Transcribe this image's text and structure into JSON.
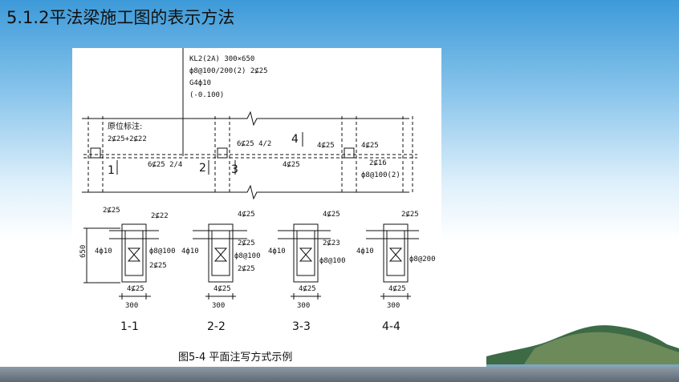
{
  "title": "5.1.2平法梁施工图的表示方法",
  "figure": {
    "caption": "图5-4 平面注写方式示例",
    "plan": {
      "centralized": {
        "line1": "KL2(2A)  300×650",
        "line2": "ф8@100/200(2)  2⊈25",
        "line3": "G4ф10",
        "line4": "(-0.100)"
      },
      "in_situ_title": "原位标注:",
      "in_situ_value": "2⊈25+2⊈22",
      "bottom_left": "6⊈25  2/4",
      "top_mid": "6⊈25  4/2",
      "bottom_mid": "4⊈25",
      "top_right_a": "4⊈25",
      "top_right_b": "4⊈25",
      "right_note1": "2⊈16",
      "right_note2": "ф8@100(2)",
      "cut_marks": [
        "1",
        "2",
        "3",
        "4"
      ]
    },
    "sections": [
      {
        "name": "1-1",
        "top_note": "2⊈25",
        "top_note2": "2⊈22",
        "waist": "4ф10",
        "stirrup": "ф8@100",
        "side_note": "2⊈25",
        "bottom_note": "4⊈25",
        "width": "300"
      },
      {
        "name": "2-2",
        "top_note": "4⊈25",
        "side_note_a": "2⊈25",
        "side_note_b": "2⊈25",
        "waist": "4ф10",
        "stirrup": "ф8@100",
        "bottom_note": "4⊈25",
        "width": "300"
      },
      {
        "name": "3-3",
        "top_note": "4⊈25",
        "side_note": "2⊈23",
        "waist": "4ф10",
        "stirrup": "ф8@100",
        "bottom_note": "4⊈25",
        "width": "300"
      },
      {
        "name": "4-4",
        "top_note": "2⊈25",
        "waist": "4ф10",
        "stirrup": "ф8@200",
        "bottom_note": "4⊈25",
        "width": "300"
      }
    ],
    "height_label": "650"
  }
}
